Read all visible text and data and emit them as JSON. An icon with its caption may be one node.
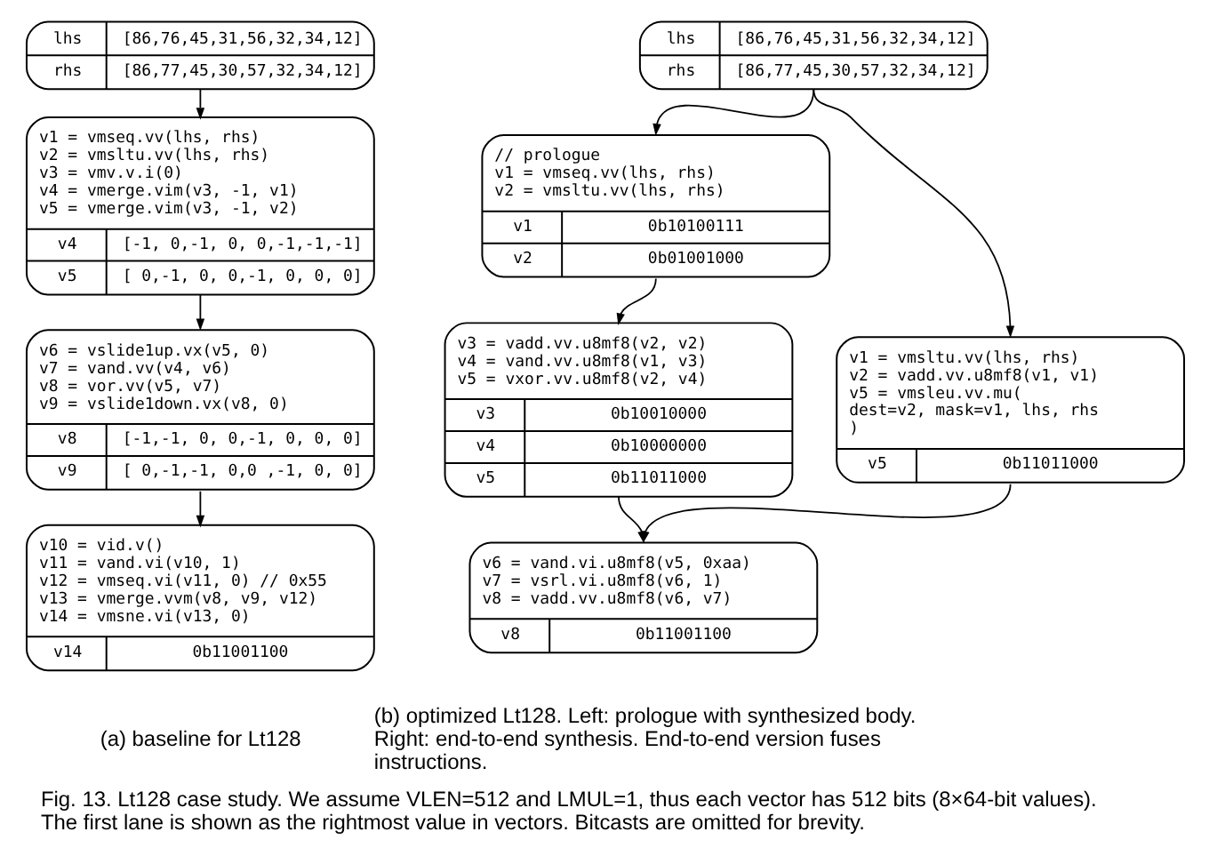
{
  "diagram": {
    "caption": "Fig. 13. Lt128 case study. We assume VLEN=512 and LMUL=1, thus each vector has 512 bits (8×64-bit values). The first lane is shown as the rightmost value in vectors. Bitcasts are omitted for brevity.",
    "nodes": [
      {
        "text": [
          "lhs",
          "[86,76,45,31,56,32,34,12]",
          "rhs",
          "[86,77,45,30,57,32,34,12]"
        ]
      },
      {
        "text": [
          "v1 = vmseq.vv(lhs, rhs)",
          "v2 = vmsltu.vv(lhs, rhs)",
          "v3 = vmv.v.i(0)",
          "v4 = vmerge.vim(v3, -1, v1)",
          "v5 = vmerge.vim(v3, -1, v2)",
          "v4",
          "[-1, 0,-1, 0, 0,-1,-1,-1]",
          "v5",
          "[ 0,-1, 0, 0,-1, 0, 0, 0]"
        ]
      },
      {
        "text": [
          "v6 = vslide1up.vx(v5, 0)",
          "v7 = vand.vv(v4, v6)",
          "v8 = vor.vv(v5, v7)",
          "v9 = vslide1down.vx(v8, 0)",
          "v8",
          "[-1,-1, 0, 0,-1, 0, 0, 0]",
          "v9",
          "[ 0,-1,-1, 0,0 ,-1, 0, 0]"
        ]
      },
      {
        "text": [
          "v10 = vid.v()",
          "v11 = vand.vi(v10, 1)",
          "v12 = vmseq.vi(v11, 0) // 0x55",
          "v13 = vmerge.vvm(v8, v9, v12)",
          "v14 = vmsne.vi(v13, 0)",
          "v14",
          "0b11001100"
        ]
      },
      {
        "text": [
          "lhs",
          "[86,76,45,31,56,32,34,12]",
          "rhs",
          "[86,77,45,30,57,32,34,12]"
        ]
      },
      {
        "text": [
          "// prologue",
          "v1 = vmseq.vv(lhs, rhs)",
          "v2 = vmsltu.vv(lhs, rhs)",
          "v1",
          "0b10100111",
          "v2",
          "0b01001000"
        ]
      },
      {
        "text": [
          "v3 = vadd.vv.u8mf8(v2, v2)",
          "v4 = vand.vv.u8mf8(v1, v3)",
          "v5 = vxor.vv.u8mf8(v2, v4)",
          "v3",
          "0b10010000",
          "v4",
          "0b10000000",
          "v5",
          "0b11011000"
        ]
      },
      {
        "text": [
          "v1 = vmsltu.vv(lhs, rhs)",
          "v2 = vadd.vv.u8mf8(v1, v1)",
          "v5 = vmsleu.vv.mu(",
          "dest=v2, mask=v1, lhs, rhs",
          ")",
          "v5",
          "0b11011000"
        ]
      },
      {
        "text": [
          "v6 = vand.vi.u8mf8(v5, 0xaa)",
          "v7 = vsrl.vi.u8mf8(v6, 1)",
          "v8 = vadd.vv.u8mf8(v6, v7)",
          "v8",
          "0b11001100"
        ]
      }
    ],
    "edges": [
      {
        "from": 0,
        "to": 1,
        "arrow": "to"
      },
      {
        "from": 1,
        "to": 2,
        "arrow": "to"
      },
      {
        "from": 2,
        "to": 3,
        "arrow": "to"
      },
      {
        "from": 4,
        "to": 5,
        "arrow": "to"
      },
      {
        "from": 4,
        "to": 7,
        "arrow": "to"
      },
      {
        "from": 5,
        "to": 6,
        "arrow": "to"
      },
      {
        "from": 6,
        "to": 8,
        "arrow": "to"
      },
      {
        "from": 7,
        "to": 8,
        "arrow": "to"
      }
    ],
    "labels": [
      "(a) baseline for Lt128",
      "(b) optimized Lt128. Left: prologue with synthesized body. Right: end-to-end synthesis. End-to-end version fuses instructions."
    ]
  }
}
